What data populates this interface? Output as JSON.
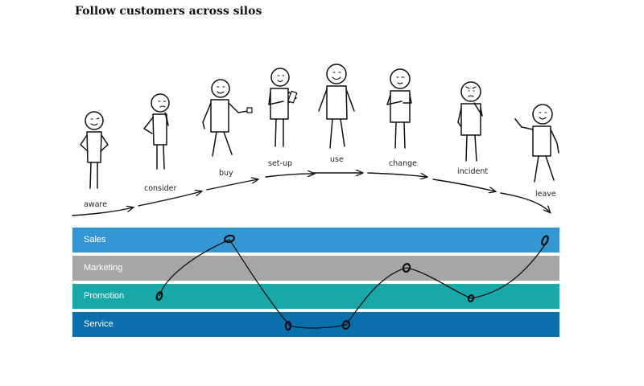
{
  "title": "Follow customers across silos",
  "stages": [
    "aware",
    "consider",
    "buy",
    "set-up",
    "use",
    "change",
    "incident",
    "leave"
  ],
  "silos": [
    {
      "label": "Sales",
      "color": "#3497d4"
    },
    {
      "label": "Marketing",
      "color": "#a6a6a6"
    },
    {
      "label": "Promotion",
      "color": "#17a8a7"
    },
    {
      "label": "Service",
      "color": "#0b6fab"
    }
  ],
  "journey_silos": [
    "Promotion",
    "Sales",
    "Service",
    "Service",
    "Marketing",
    "Promotion",
    "Sales"
  ]
}
